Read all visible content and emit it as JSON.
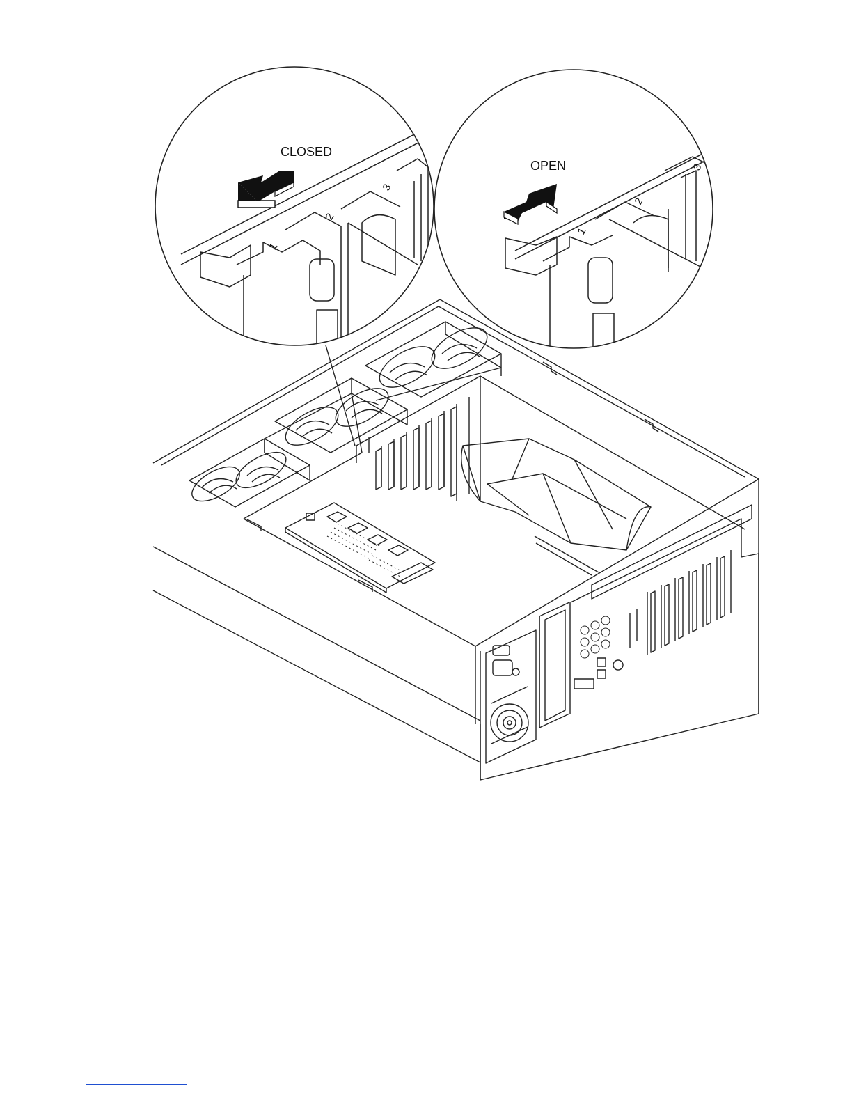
{
  "figure": {
    "closed_label": "CLOSED",
    "open_label": "OPEN",
    "closed_slot_numbers": [
      "1",
      "2",
      "3"
    ],
    "open_slot_numbers": [
      "1",
      "2",
      "3"
    ]
  },
  "colors": {
    "line": "#222222",
    "background": "#ffffff",
    "link_underline": "#1f4fd1"
  }
}
